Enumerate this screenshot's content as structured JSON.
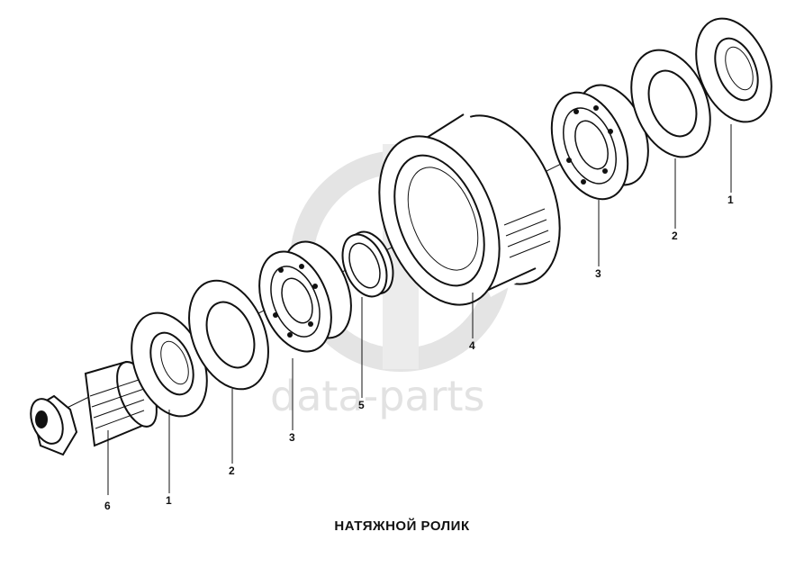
{
  "title": "НАТЯЖНОЙ РОЛИК",
  "watermark": {
    "text": "data-parts",
    "color": "#e2e2e2"
  },
  "ink_color": "#111111",
  "labels": {
    "p6": "6",
    "p1a": "1",
    "p2a": "2",
    "p3a": "3",
    "p5": "5",
    "p4": "4",
    "p3b": "3",
    "p2b": "2",
    "p1b": "1"
  }
}
